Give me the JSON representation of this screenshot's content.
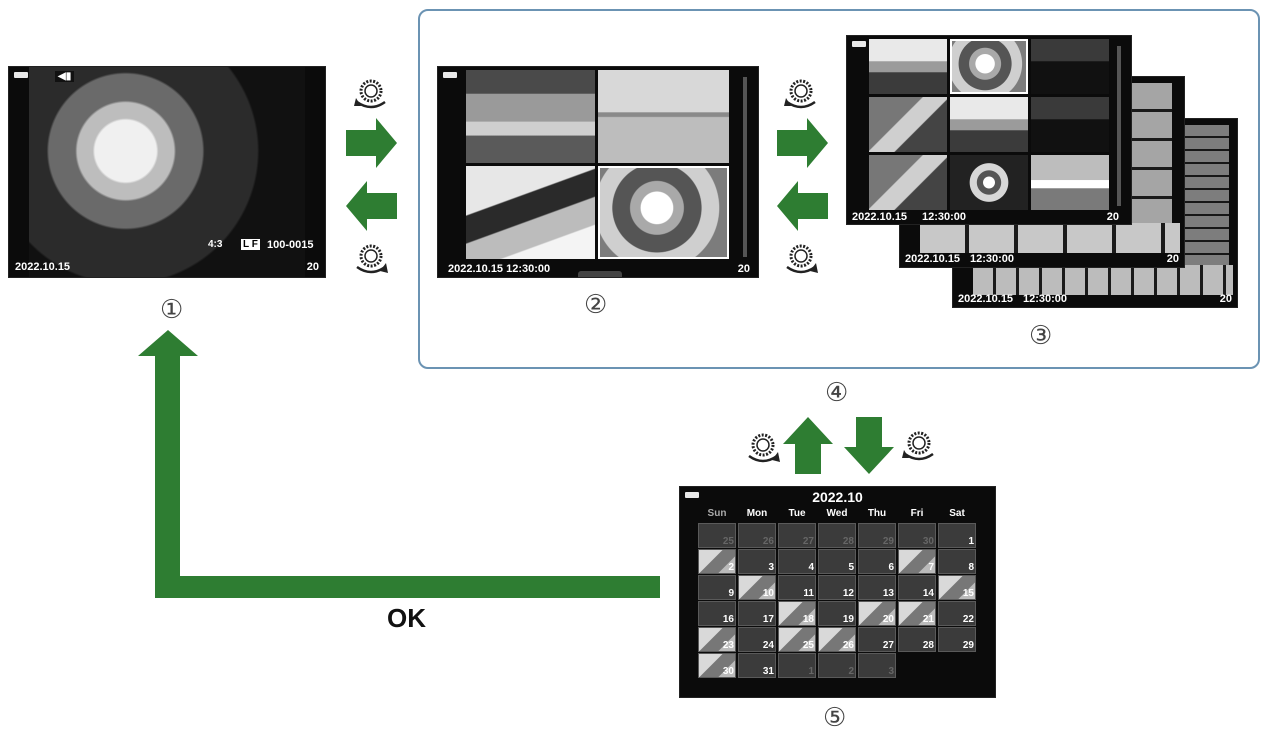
{
  "labels": {
    "step1": "①",
    "step2": "②",
    "step3": "③",
    "step4": "④",
    "step5": "⑤",
    "ok": "OK"
  },
  "single_view": {
    "date": "2022.10.15",
    "count": "20",
    "file": "100-0015",
    "quality": "L F",
    "aspect": "4:3"
  },
  "index_4": {
    "date_time": "2022.10.15 12:30:00",
    "count": "20"
  },
  "index_9": {
    "date": "2022.10.15",
    "time": "12:30:00",
    "count": "20"
  },
  "index_stack_2": {
    "date": "2022.10.15",
    "time": "12:30:00",
    "count": "20"
  },
  "index_stack_3": {
    "date": "2022.10.15",
    "time": "12:30:00",
    "count": "20"
  },
  "calendar": {
    "title": "2022.10",
    "days": [
      "Sun",
      "Mon",
      "Tue",
      "Wed",
      "Thu",
      "Fri",
      "Sat"
    ],
    "weeks": [
      [
        "25",
        "26",
        "27",
        "28",
        "29",
        "30",
        "1"
      ],
      [
        "2",
        "3",
        "4",
        "5",
        "6",
        "7",
        "8"
      ],
      [
        "9",
        "10",
        "11",
        "12",
        "13",
        "14",
        "15"
      ],
      [
        "16",
        "17",
        "18",
        "19",
        "20",
        "21",
        "22"
      ],
      [
        "23",
        "24",
        "25",
        "26",
        "27",
        "28",
        "29"
      ],
      [
        "30",
        "31",
        "1",
        "2",
        "3",
        "",
        ""
      ]
    ]
  },
  "colors": {
    "arrow": "#2e7d32",
    "frame": "#6b93b3",
    "screen": "#0b0b0b"
  }
}
